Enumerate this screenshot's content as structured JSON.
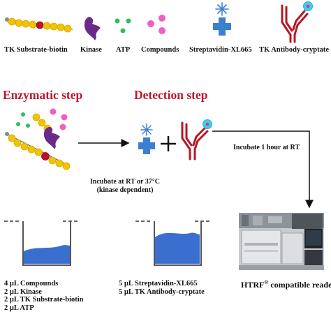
{
  "legend": {
    "substrate": "TK Substrate-biotin",
    "kinase": "Kinase",
    "atp": "ATP",
    "compounds": "Compounds",
    "streptavidin": "Streptavidin-XL665",
    "antibody": "TK Antibody-cryptate"
  },
  "steps": {
    "enzymatic_title": "Enzymatic step",
    "detection_title": "Detection step",
    "incubate_line1": "Incubate at RT or 37°C",
    "incubate_line2": "(kinase dependent)",
    "incubate_hour": "Incubate 1 hour at RT",
    "title_color": "#c0152a"
  },
  "wells": {
    "well1_items": [
      "4 µL Compounds",
      "2 µL Kinase",
      "2 µL TK Substrate-biotin",
      "2 µL ATP"
    ],
    "well2_items": [
      "5 µL Streptavidin-XL665",
      "5 µL TK Antibody-cryptate"
    ],
    "liquid_color": "#3a6fd0"
  },
  "reader": {
    "label_prefix": "HTRF",
    "label_sup": "®",
    "label_suffix": " compatible reader"
  },
  "colors": {
    "substrate_bead": "#f2c400",
    "substrate_red": "#c0102a",
    "kinase": "#6a2a8a",
    "atp": "#2cbf5c",
    "compound": "#ee5fc0",
    "streptavidin": "#3a7fd0",
    "antibody": "#b81722",
    "cryptate": "#3ad0ee"
  }
}
